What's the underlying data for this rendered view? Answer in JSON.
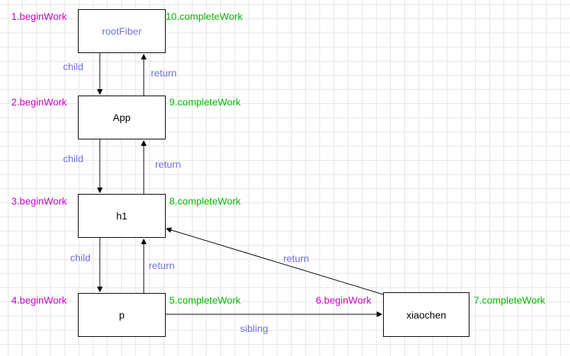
{
  "nodes": {
    "root": "rootFiber",
    "app": "App",
    "h1": "h1",
    "p": "p",
    "xiaochen": "xiaochen"
  },
  "steps": {
    "s1": "1.beginWork",
    "s2": "2.beginWork",
    "s3": "3.beginWork",
    "s4": "4.beginWork",
    "s5": "5.completeWork",
    "s6": "6.beginWork",
    "s7": "7.completeWork",
    "s8": "8.completeWork",
    "s9": "9.completeWork",
    "s10": "10.completeWork"
  },
  "edges": {
    "child": "child",
    "return": "return",
    "sibling": "sibling"
  },
  "colors": {
    "begin": "#cc00cc",
    "complete": "#00bb00",
    "edge_label": "#6f6fe0"
  }
}
